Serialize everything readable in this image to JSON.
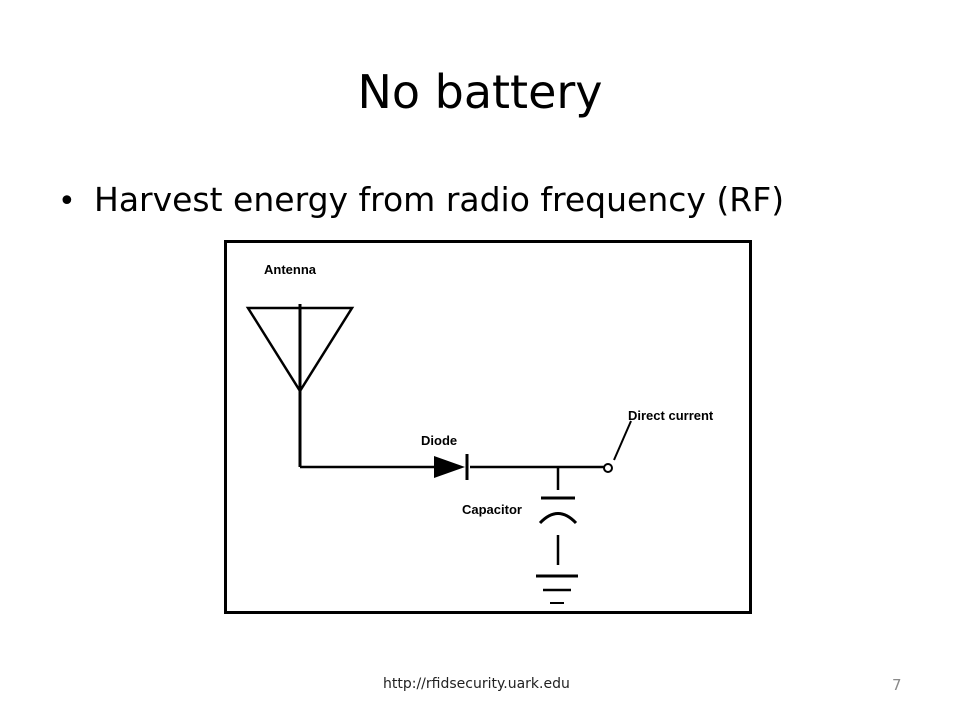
{
  "slide": {
    "title": "No battery",
    "bullets": [
      "Harvest energy from radio frequency (RF)"
    ]
  },
  "diagram": {
    "labels": {
      "antenna": "Antenna",
      "diode": "Diode",
      "direct_current": "Direct current",
      "capacitor": "Capacitor"
    }
  },
  "footer": {
    "url": "http://rfidsecurity.uark.edu",
    "page_number": "7"
  }
}
